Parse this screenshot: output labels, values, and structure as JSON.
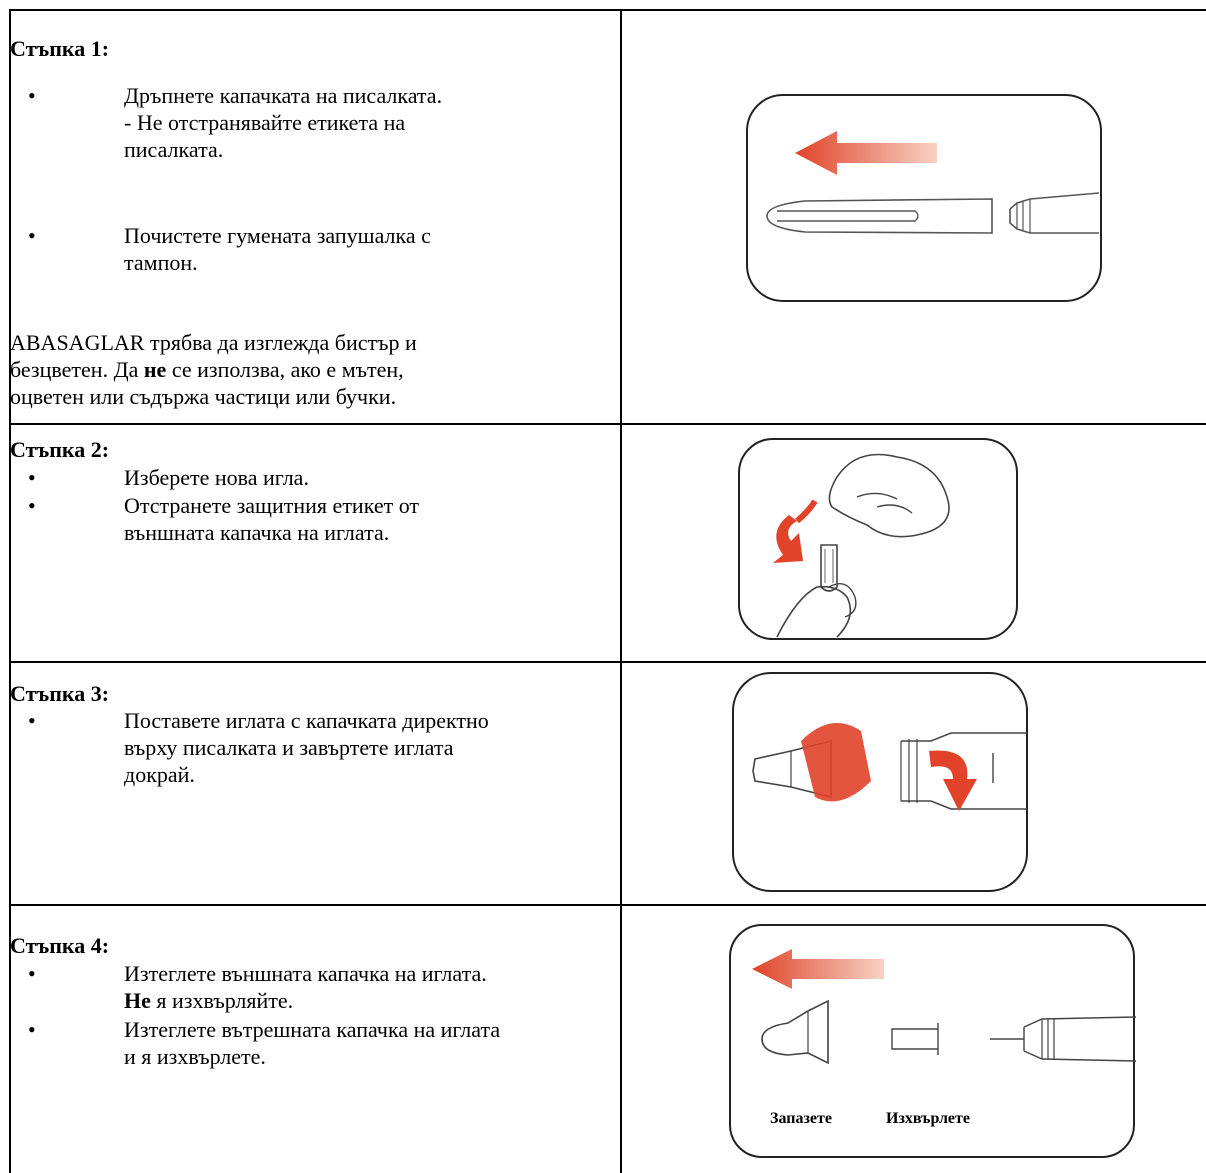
{
  "steps": [
    {
      "title": "Стъпка 1:",
      "bullets": [
        {
          "line1": "Дръпнете капачката на писалката.",
          "line2": "- Не отстранявайте етикета на",
          "line3": "писалката."
        },
        {
          "line1": "Почистете гумената запушалка с",
          "line2": "тампон."
        }
      ],
      "para": {
        "l1": "ABASAGLAR трябва да изглежда бистър и",
        "l2a": "безцветен. Да ",
        "l2b": "не",
        "l2c": " се използва, ако е мътен,",
        "l3": "оцветен или съдържа частици или бучки."
      }
    },
    {
      "title": "Стъпка 2:",
      "bullets": [
        {
          "line1": "Изберете нова игла."
        },
        {
          "line1": "Отстранете защитния етикет от",
          "line2": "външната капачка на иглата."
        }
      ]
    },
    {
      "title": "Стъпка 3:",
      "bullets": [
        {
          "line1": "Поставете иглата с капачката директно",
          "line2": "върху писалката и завъртете иглата",
          "line3": "докрай."
        }
      ]
    },
    {
      "title": "Стъпка 4:",
      "bullets": [
        {
          "line1": "Изтеглете външната капачка на иглата.",
          "line2a": "Не",
          "line2b": " я изхвърляйте."
        },
        {
          "line1": "Изтеглете вътрешната капачка на иглата",
          "line2": "и я изхвърлете."
        }
      ],
      "captions": {
        "keep": "Запазете",
        "discard": "Изхвърлете"
      }
    }
  ],
  "bullet_glyph": "•",
  "colors": {
    "arrow": "#e0432a",
    "arrow_light": "#f6c8b8",
    "line": "#000000"
  }
}
